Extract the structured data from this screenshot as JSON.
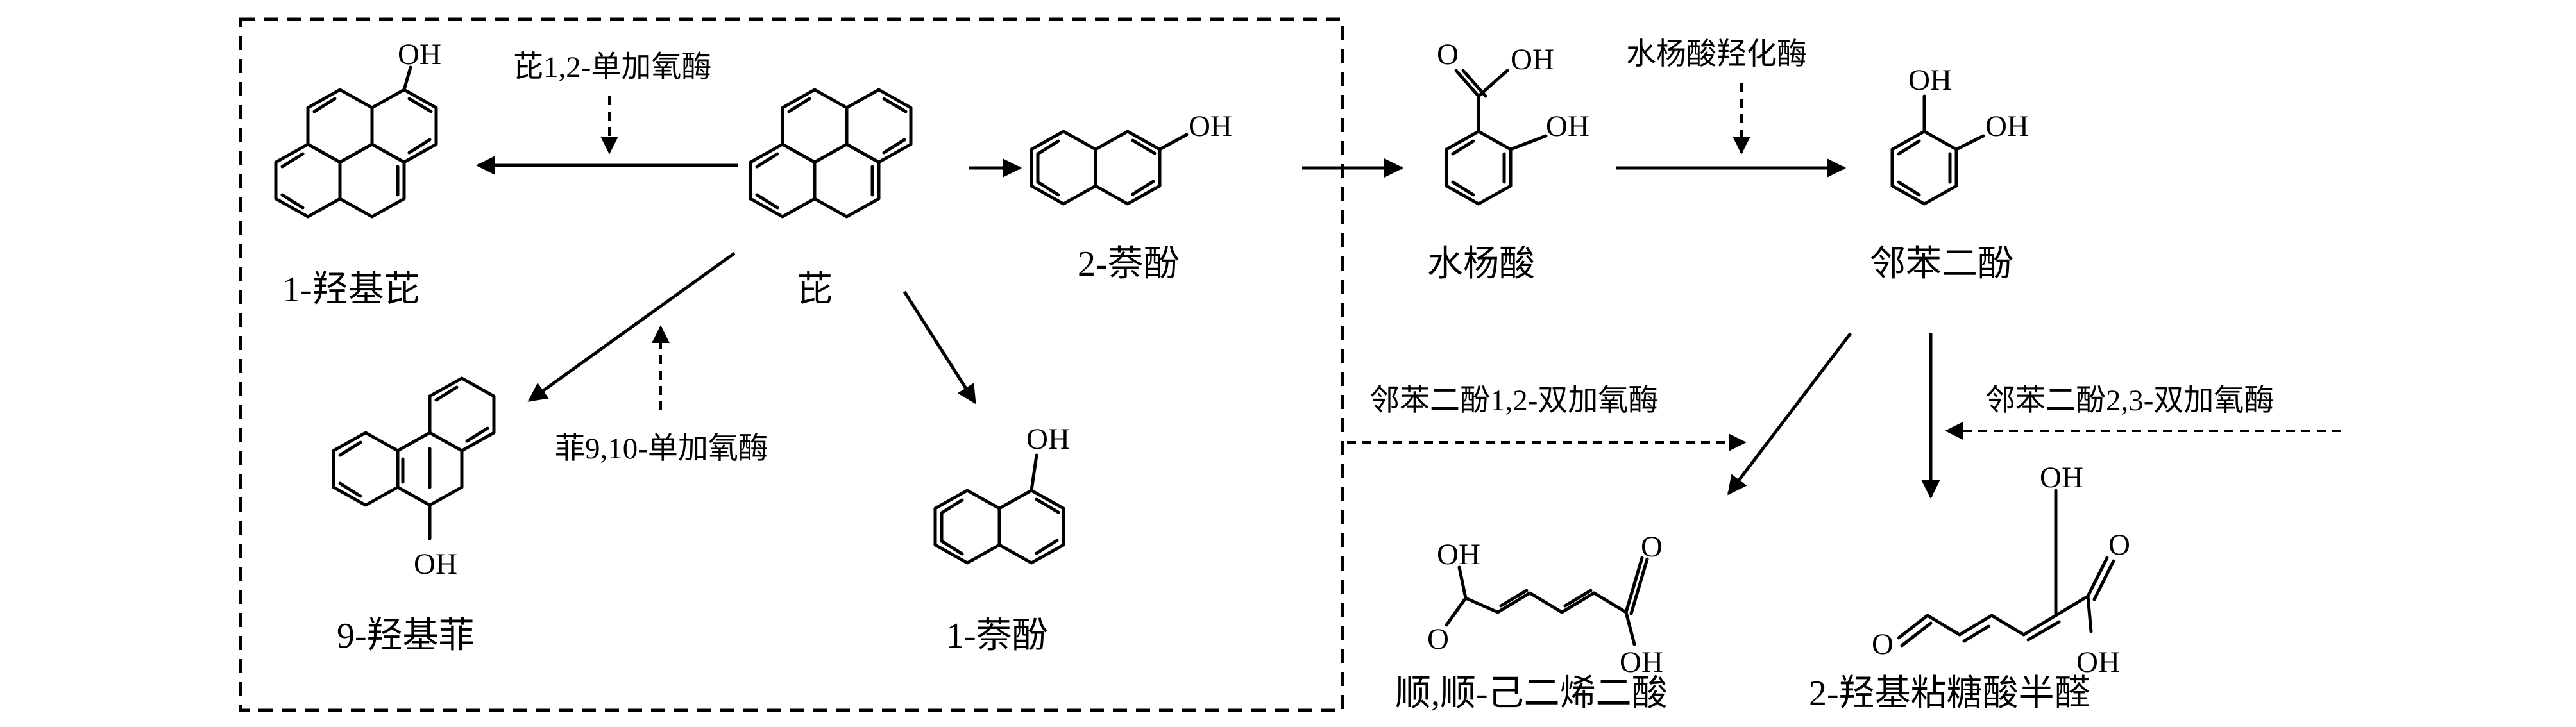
{
  "compounds": {
    "pyrene": "芘",
    "hydroxypyrene": "1-羟基芘",
    "hydroxyphenanthrene": "9-羟基菲",
    "naphthol2": "2-萘酚",
    "naphthol1": "1-萘酚",
    "salicylic": "水杨酸",
    "catechol": "邻苯二酚",
    "muconic": "顺,顺-己二烯二酸",
    "semialdehyde": "2-羟基粘糖酸半醛"
  },
  "enzymes": {
    "pyrene_mono": "芘1,2-单加氧酶",
    "phen_mono": "菲9,10-单加氧酶",
    "sal_hydroxylase": "水杨酸羟化酶",
    "cat12": "邻苯二酚1,2-双加氧酶",
    "cat23": "邻苯二酚2,3-双加氧酶"
  },
  "groups": {
    "oh": "OH",
    "o": "O"
  }
}
